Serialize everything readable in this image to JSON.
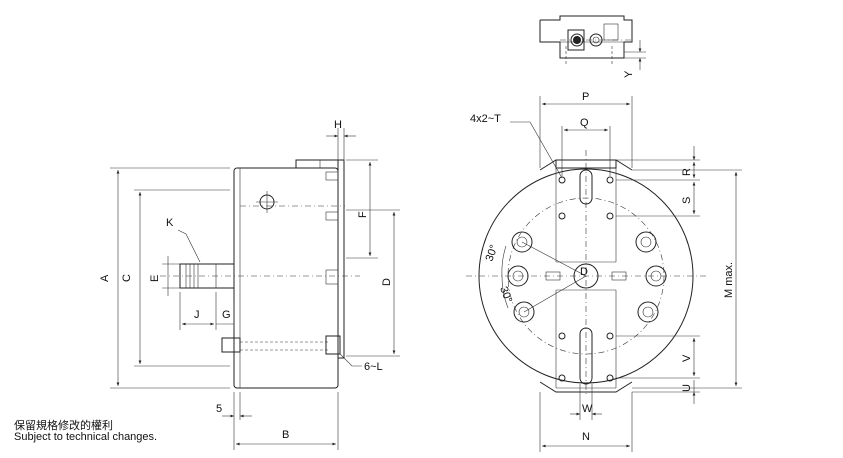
{
  "labels": {
    "A": "A",
    "B": "B",
    "C": "C",
    "D": "D",
    "E": "E",
    "F": "F",
    "G": "G",
    "H": "H",
    "J": "J",
    "K": "K",
    "L6": "6~L",
    "M": "M max.",
    "N": "N",
    "P": "P",
    "Q": "Q",
    "R": "R",
    "S": "S",
    "T": "4x2~T",
    "U": "U",
    "V": "V",
    "W": "W",
    "Y": "Y",
    "five": "5",
    "deg1": "30°",
    "deg2": "30°",
    "Dsym": "D"
  },
  "notes": {
    "chinese": "保留規格修改的權利",
    "english": "Subject to technical changes."
  }
}
